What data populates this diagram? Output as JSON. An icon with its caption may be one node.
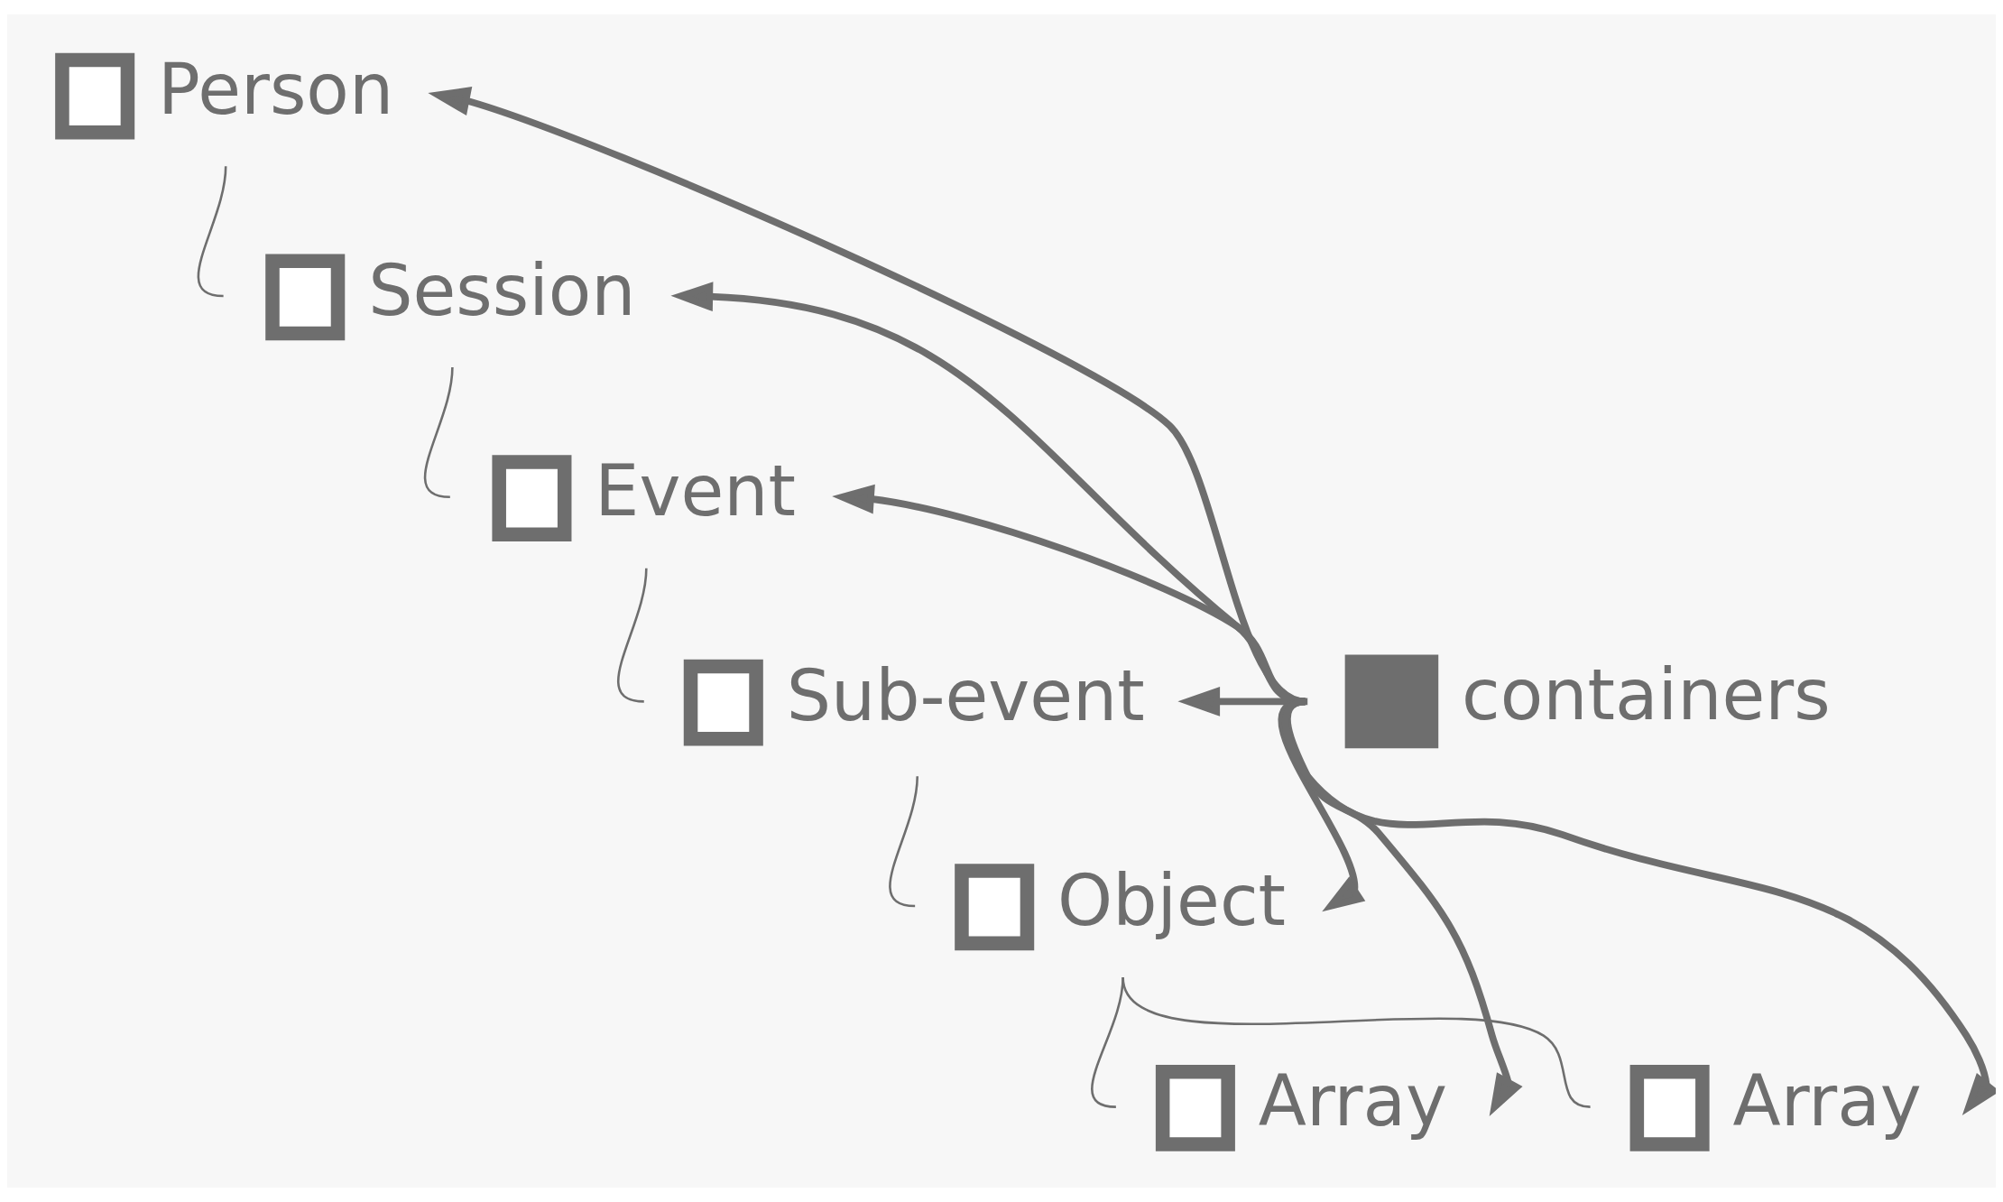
{
  "diagram": {
    "nodes": [
      {
        "text": [
          "Person"
        ]
      },
      {
        "text": [
          "Session"
        ]
      },
      {
        "text": [
          "Event"
        ]
      },
      {
        "text": [
          "Sub-event"
        ]
      },
      {
        "text": [
          "Object"
        ]
      },
      {
        "text": [
          "Array"
        ]
      },
      {
        "text": [
          "Array"
        ]
      },
      {
        "text": [
          "containers"
        ]
      }
    ],
    "edges": [
      {
        "from": 0,
        "to": 1,
        "arrow": "none"
      },
      {
        "from": 1,
        "to": 2,
        "arrow": "none"
      },
      {
        "from": 2,
        "to": 3,
        "arrow": "none"
      },
      {
        "from": 3,
        "to": 4,
        "arrow": "none"
      },
      {
        "from": 4,
        "to": 5,
        "arrow": "none"
      },
      {
        "from": 4,
        "to": 6,
        "arrow": "none"
      },
      {
        "from": 7,
        "to": 0,
        "arrow": "to"
      },
      {
        "from": 7,
        "to": 1,
        "arrow": "to"
      },
      {
        "from": 7,
        "to": 2,
        "arrow": "to"
      },
      {
        "from": 7,
        "to": 3,
        "arrow": "to"
      },
      {
        "from": 7,
        "to": 4,
        "arrow": "to"
      },
      {
        "from": 7,
        "to": 5,
        "arrow": "to"
      },
      {
        "from": 7,
        "to": 6,
        "arrow": "to"
      }
    ]
  }
}
